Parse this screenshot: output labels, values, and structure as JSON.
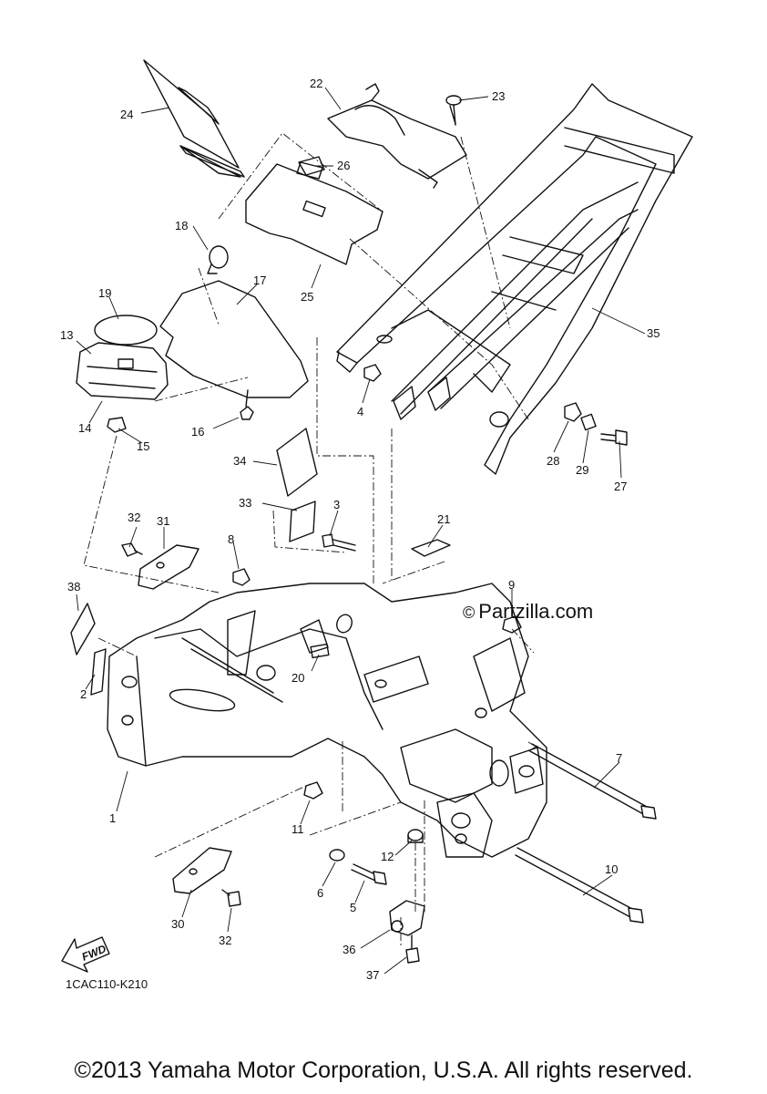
{
  "watermark": {
    "symbol": "©",
    "text": "Partzilla.com"
  },
  "diagram_code": "1CAC110-K210",
  "fwd_label": "FWD",
  "copyright": "©2013 Yamaha Motor Corporation, U.S.A. All rights reserved.",
  "callouts": [
    "1",
    "2",
    "3",
    "4",
    "5",
    "6",
    "7",
    "8",
    "9",
    "10",
    "11",
    "12",
    "13",
    "14",
    "15",
    "16",
    "17",
    "18",
    "19",
    "20",
    "21",
    "22",
    "23",
    "24",
    "25",
    "26",
    "27",
    "28",
    "29",
    "30",
    "31",
    "32",
    "32",
    "33",
    "34",
    "35",
    "36",
    "37",
    "38"
  ]
}
